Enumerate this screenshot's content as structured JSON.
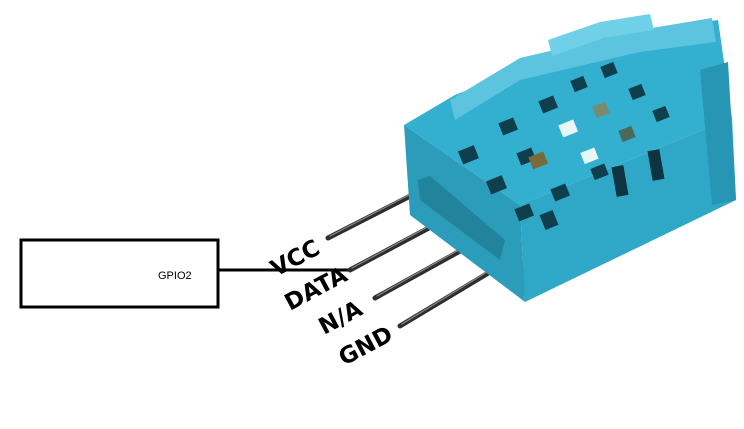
{
  "microcontroller": {
    "pin_label": "GPIO2"
  },
  "sensor": {
    "pins": [
      {
        "label": "VCC"
      },
      {
        "label": "DATA"
      },
      {
        "label": "N/A"
      },
      {
        "label": "GND"
      }
    ]
  },
  "colors": {
    "sensor_body": "#2fa8c7",
    "sensor_shadow": "#1f7f99",
    "sensor_highlight": "#5cc4de",
    "pin_metal": "#3a3a3a",
    "wire": "#000000"
  }
}
